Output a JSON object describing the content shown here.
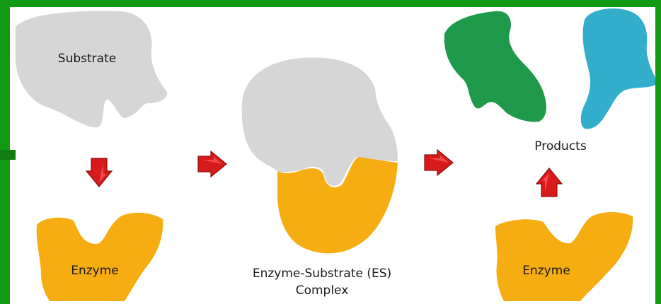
{
  "colors": {
    "frame": "#129a12",
    "substrate": "#d6d6d6",
    "enzyme": "#f6ad12",
    "product_green": "#1f9a4a",
    "product_blue": "#32aecb",
    "arrow": "#d91a1a"
  },
  "labels": {
    "substrate": "Substrate",
    "enzyme_left": "Enzyme",
    "complex_line1": "Enzyme-Substrate (ES)",
    "complex_line2": "Complex",
    "products": "Products",
    "enzyme_right": "Enzyme"
  }
}
